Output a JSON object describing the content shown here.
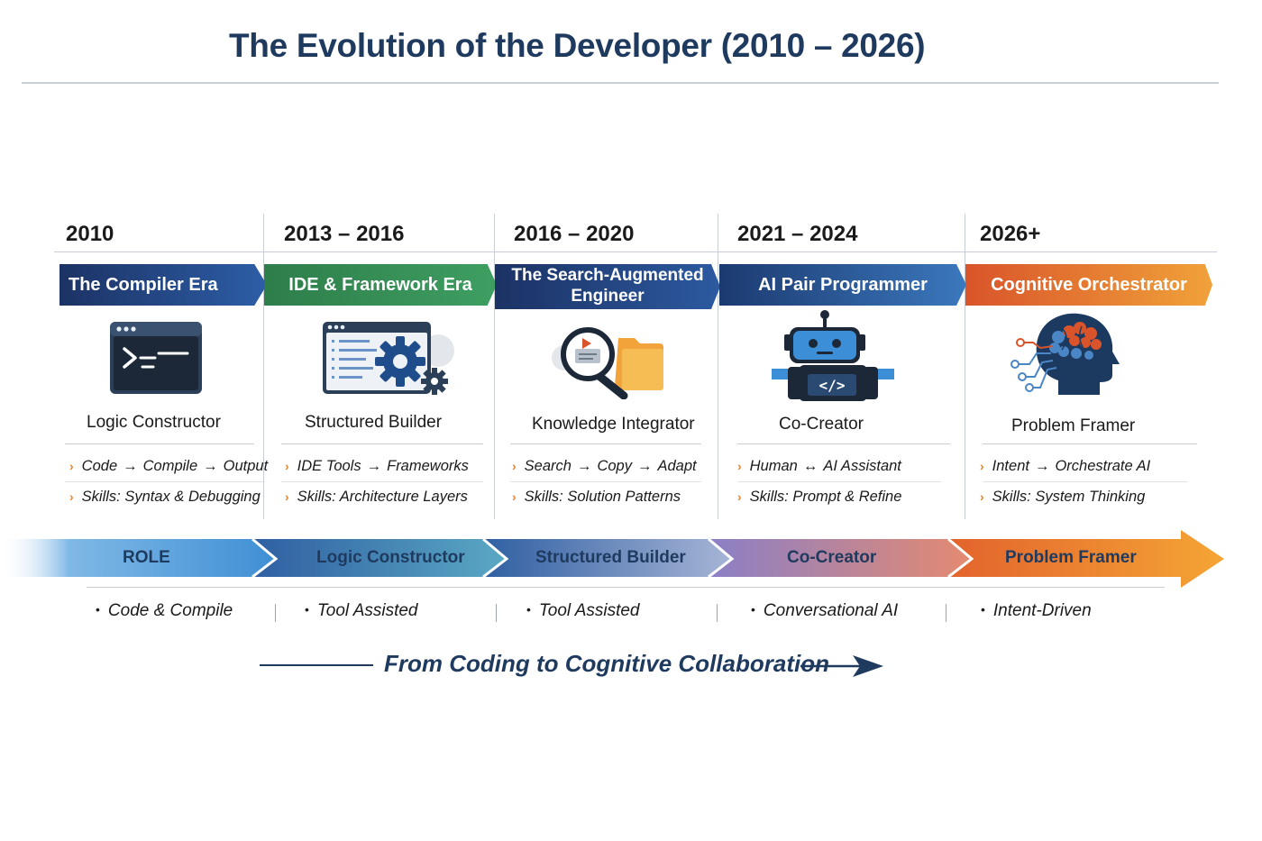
{
  "title": "The Evolution of the Developer (2010 – 2026)",
  "eras": [
    {
      "year": "2010",
      "banner": [
        "The Compiler Era"
      ],
      "banner_color": "#1c3264",
      "icon": "terminal-window-icon",
      "role": "Logic Constructor",
      "flow": [
        "Code",
        "Compile",
        "Output"
      ],
      "skills": "Skills: Syntax & Debugging"
    },
    {
      "year": "2013 – 2016",
      "banner": [
        "IDE & Framework Era"
      ],
      "banner_color": "#2e7d4a",
      "icon": "ide-gear-icon",
      "role": "Structured Builder",
      "flow": [
        "IDE Tools",
        "Frameworks"
      ],
      "skills": "Skills: Architecture Layers"
    },
    {
      "year": "2016 – 2020",
      "banner": [
        "The Search-Augmented",
        "Engineer"
      ],
      "banner_color": "#1c3264",
      "icon": "search-folder-icon",
      "role": "Knowledge Integrator",
      "flow": [
        "Search",
        "Copy",
        "Adapt"
      ],
      "skills": "Skills: Solution Patterns"
    },
    {
      "year": "2021 – 2024",
      "banner": [
        "AI Pair Programmer"
      ],
      "banner_color": "#2d5ea7",
      "icon": "robot-icon",
      "role": "Co-Creator",
      "flow": [
        "Human",
        "AI Assistant"
      ],
      "flow_connector": "↔",
      "skills": "Skills: Prompt & Refine"
    },
    {
      "year": "2026+",
      "banner": [
        "Cognitive Orchestrator"
      ],
      "banner_color": "#e8742e",
      "icon": "brain-head-icon",
      "role": "Problem Framer",
      "flow": [
        "Intent",
        "Orchestrate AI"
      ],
      "skills": "Skills: System Thinking"
    }
  ],
  "role_band": {
    "labels": [
      "ROLE",
      "Logic Constructor",
      "Structured Builder",
      "Co-Creator",
      "Problem Framer"
    ]
  },
  "interaction_modes": [
    "Code & Compile",
    "Tool Assisted",
    "Tool Assisted",
    "Conversational AI",
    "Intent-Driven"
  ],
  "footer": "From Coding to Cognitive Collaboration",
  "colors": {
    "title": "#1f3a5f",
    "accent": "#e8842e",
    "green": "#2e7d4a",
    "orange": "#f0a23a",
    "purple": "#8a7fc7"
  }
}
